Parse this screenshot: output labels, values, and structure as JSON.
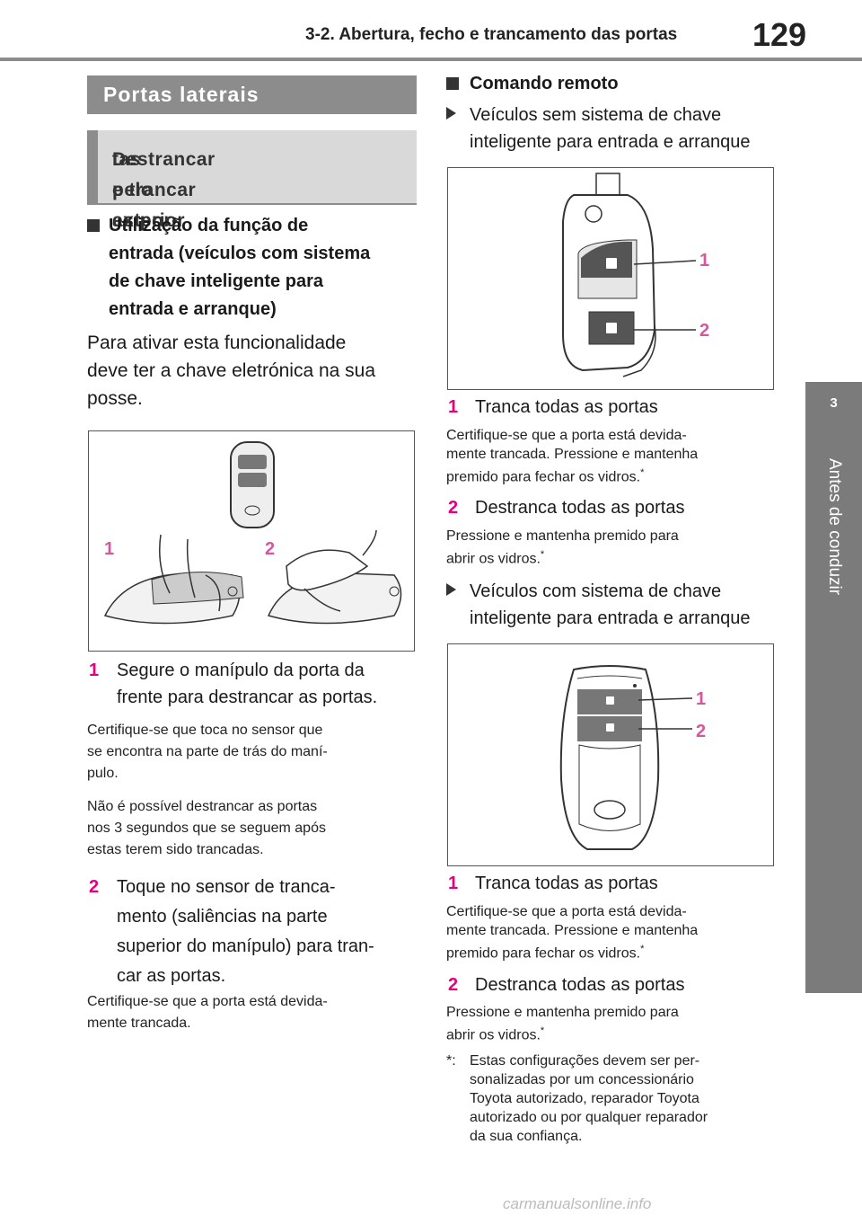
{
  "header": {
    "section_title": "3-2. Abertura, fecho e trancamento das portas",
    "page_number": "129"
  },
  "side_tab": {
    "chapter_number": "3",
    "chapter_label": "Antes de conduzir"
  },
  "left": {
    "section_title": "Portas laterais",
    "subsection_title_line1": "Destrancar e trancar as por-",
    "subsection_title_line2": "tas pelo exterior",
    "heading_lines": [
      "Utilização da função de",
      "entrada (veículos com sistema",
      "de chave inteligente para",
      "entrada e arranque)"
    ],
    "intro_lines": [
      "Para ativar esta funcionalidade",
      "deve ter a chave eletrónica na sua",
      "posse."
    ],
    "figure_labels": [
      "1",
      "2"
    ],
    "step1_num": "1",
    "step1_lines": [
      "Segure o manípulo da porta da",
      "frente para destrancar as portas."
    ],
    "step1_note1_lines": [
      "Certifique-se que toca no sensor que",
      "se encontra na parte de trás do maní-",
      "pulo."
    ],
    "step1_note2_lines": [
      "Não é possível destrancar as portas",
      "nos 3 segundos que se seguem após",
      "estas terem sido trancadas."
    ],
    "step2_num": "2",
    "step2_lines": [
      "Toque no sensor de tranca-",
      "mento (saliências na parte",
      "superior do manípulo) para tran-",
      "car as portas."
    ],
    "step2_note_lines": [
      "Certifique-se que a porta está devida-",
      "mente trancada."
    ]
  },
  "right": {
    "heading": "Comando remoto",
    "sub1_lines": [
      "Veículos sem sistema de chave",
      "inteligente para entrada e arranque"
    ],
    "fig1_labels": [
      "1",
      "2"
    ],
    "a_item1_num": "1",
    "a_item1": "Tranca todas as portas",
    "a_item1_note_lines": [
      "Certifique-se que a porta está devida-",
      "mente trancada. Pressione e mantenha",
      "premido para fechar os vidros."
    ],
    "a_item2_num": "2",
    "a_item2": "Destranca todas as portas",
    "a_item2_note_lines": [
      "Pressione e mantenha premido para",
      "abrir os vidros."
    ],
    "sub2_lines": [
      "Veículos com sistema de chave",
      "inteligente para entrada e arranque"
    ],
    "fig2_labels": [
      "1",
      "2"
    ],
    "b_item1_num": "1",
    "b_item1": "Tranca todas as portas",
    "b_item1_note_lines": [
      "Certifique-se que a porta está devida-",
      "mente trancada. Pressione e mantenha",
      "premido para fechar os vidros."
    ],
    "b_item2_num": "2",
    "b_item2": "Destranca todas as portas",
    "b_item2_note_lines": [
      "Pressione e mantenha premido para",
      "abrir os vidros."
    ],
    "asterisk": "*",
    "footnote_marker": "*:",
    "footnote_lines": [
      "Estas configurações devem ser per-",
      "sonalizadas por um concessionário",
      "Toyota autorizado, reparador Toyota",
      "autorizado ou por qualquer reparador",
      "da sua confiança."
    ]
  },
  "watermark": "carmanualsonline.info",
  "colors": {
    "accent": "#e3007d",
    "label": "#d4589c",
    "tab": "#7b7b7b"
  }
}
